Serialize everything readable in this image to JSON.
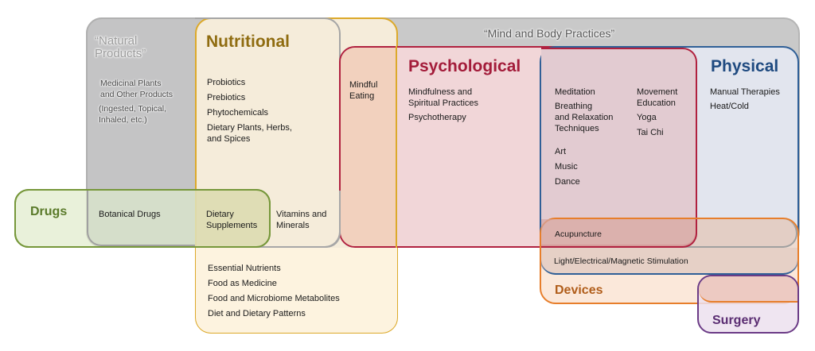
{
  "colors": {
    "natural_gray": "#a7a7a7",
    "nutritional": "#dca92a",
    "nutritional_title": "#8f6c10",
    "psychological": "#b0213f",
    "physical": "#2f5f97",
    "physical_title": "#1f4a80",
    "drugs": "#76973a",
    "drugs_title": "#5a7a2a",
    "devices": "#e77e2b",
    "devices_title": "#b05d1a",
    "surgery": "#6b3b86",
    "surgery_title": "#5a2d72"
  },
  "natural_products": {
    "title": "“Natural\nProducts”",
    "items": [
      "Medicinal Plants\nand Other Products",
      "(Ingested, Topical,\nInhaled, etc.)"
    ]
  },
  "mind_body": {
    "title": "“Mind and Body Practices”"
  },
  "nutritional": {
    "title": "Nutritional",
    "items": [
      "Probiotics",
      "Prebiotics",
      "Phytochemicals",
      "Dietary Plants, Herbs,\nand Spices"
    ],
    "lower_items": [
      "Essential Nutrients",
      "Food as Medicine",
      "Food and Microbiome Metabolites",
      "Diet and Dietary Patterns"
    ]
  },
  "mindful_eating": {
    "label": "Mindful\nEating"
  },
  "psychological": {
    "title": "Psychological",
    "items": [
      "Mindfulness and\nSpiritual Practices",
      "Psychotherapy"
    ]
  },
  "psych_physical_overlap": {
    "col1": [
      "Meditation",
      "Breathing\nand Relaxation\nTechniques"
    ],
    "col2": [
      "Movement\nEducation",
      "Yoga",
      "Tai Chi"
    ],
    "arts": [
      "Art",
      "Music",
      "Dance"
    ]
  },
  "physical": {
    "title": "Physical",
    "items": [
      "Manual Therapies",
      "Heat/Cold"
    ]
  },
  "drugs": {
    "title": "Drugs",
    "botanical": "Botanical Drugs",
    "dietary_supplements": "Dietary\nSupplements",
    "vitamins": "Vitamins and\nMinerals"
  },
  "devices": {
    "title": "Devices",
    "acupuncture": "Acupuncture",
    "stimulation": "Light/Electrical/Magnetic Stimulation"
  },
  "surgery": {
    "title": "Surgery"
  }
}
